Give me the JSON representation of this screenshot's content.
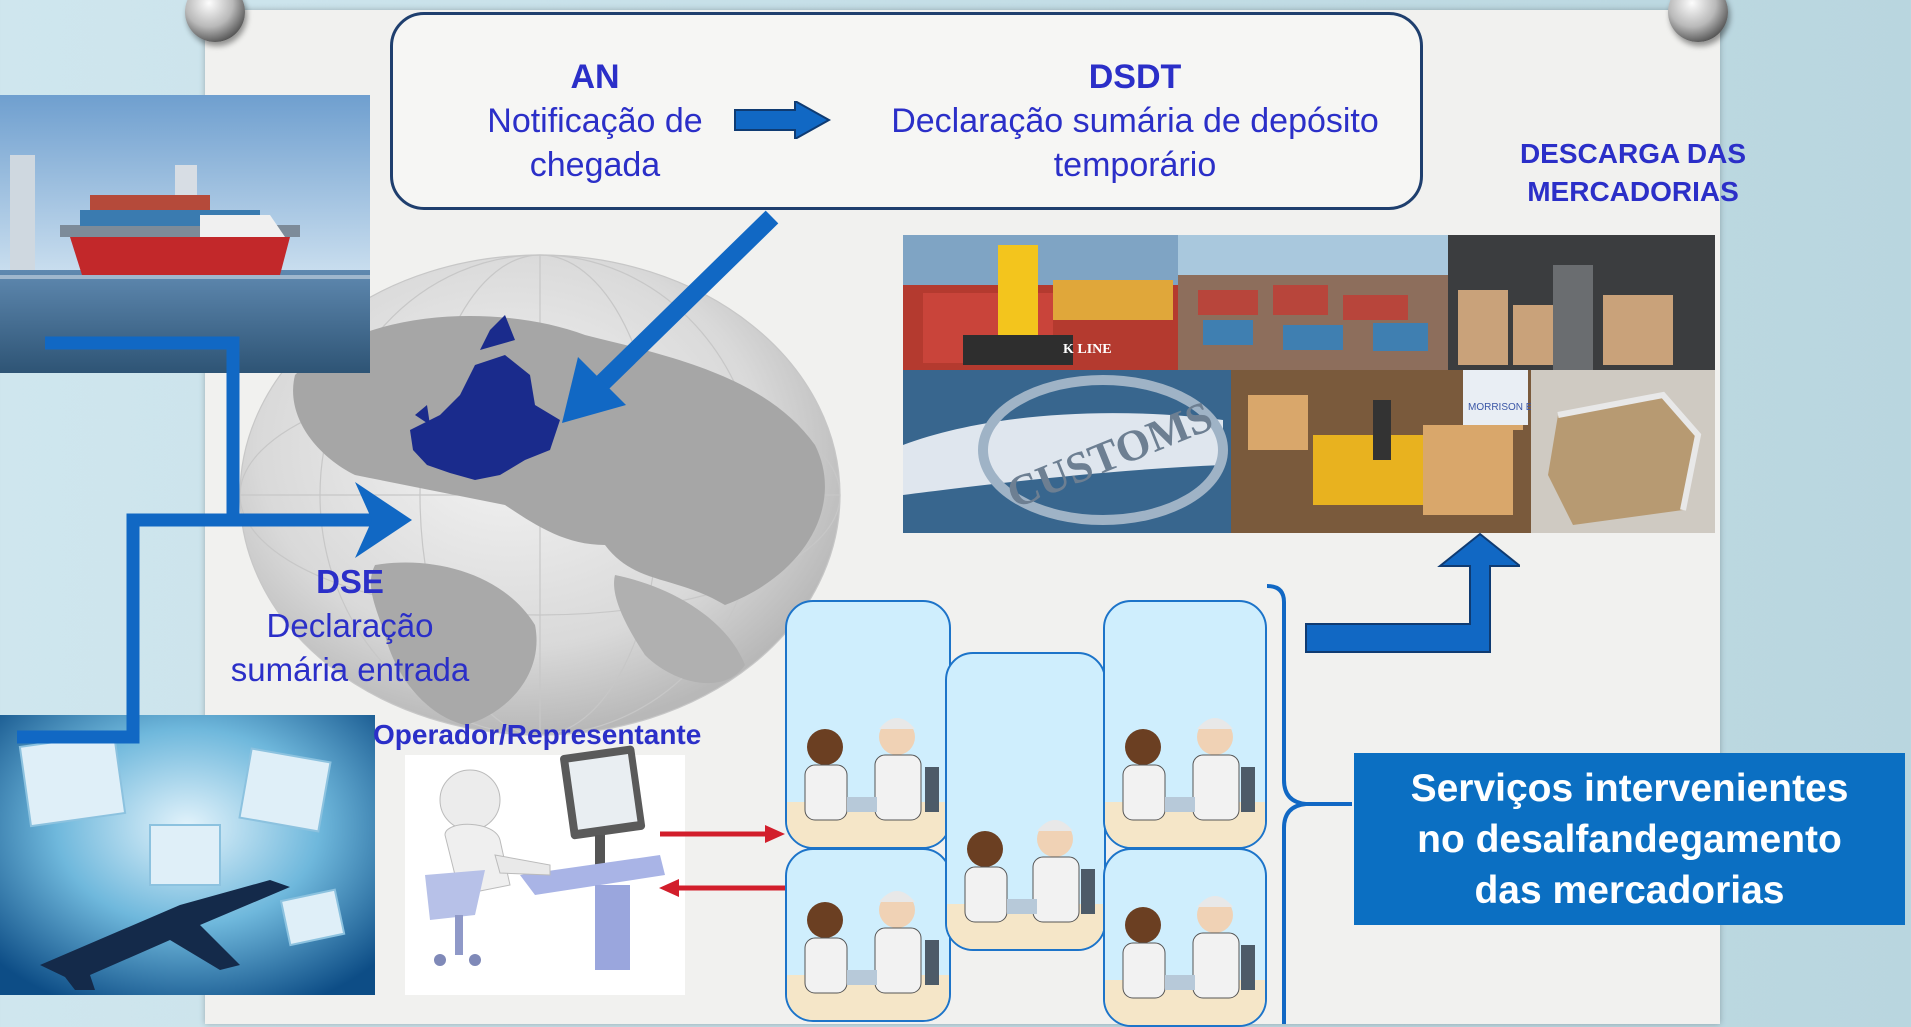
{
  "an": {
    "code": "AN",
    "line1": "Notificação de",
    "line2": "chegada"
  },
  "dsdt": {
    "code": "DSDT",
    "line1": "Declaração sumária de depósito",
    "line2": "temporário"
  },
  "descarga": {
    "line1": "DESCARGA DAS",
    "line2": "MERCADORIAS"
  },
  "dse": {
    "code": "DSE",
    "line1": "Declaração",
    "line2": "sumária entrada"
  },
  "operator_label": "Operador/Representante",
  "services_label": {
    "line1": "Serviços intervenientes",
    "line2": "no desalfandegamento",
    "line3": "das mercadorias"
  },
  "collage": {
    "customs_text": "CUSTOMS",
    "container_text": "K LINE",
    "company_text": "MORRISON EXPRESS"
  },
  "colors": {
    "arrow_blue": "#1168c4",
    "text_blue": "#2b2fc8",
    "services_bg": "#0b6fc2",
    "box_border": "#1f3f6e",
    "red_arrow": "#d21e2b",
    "eu_blue": "#1a2b8c"
  }
}
